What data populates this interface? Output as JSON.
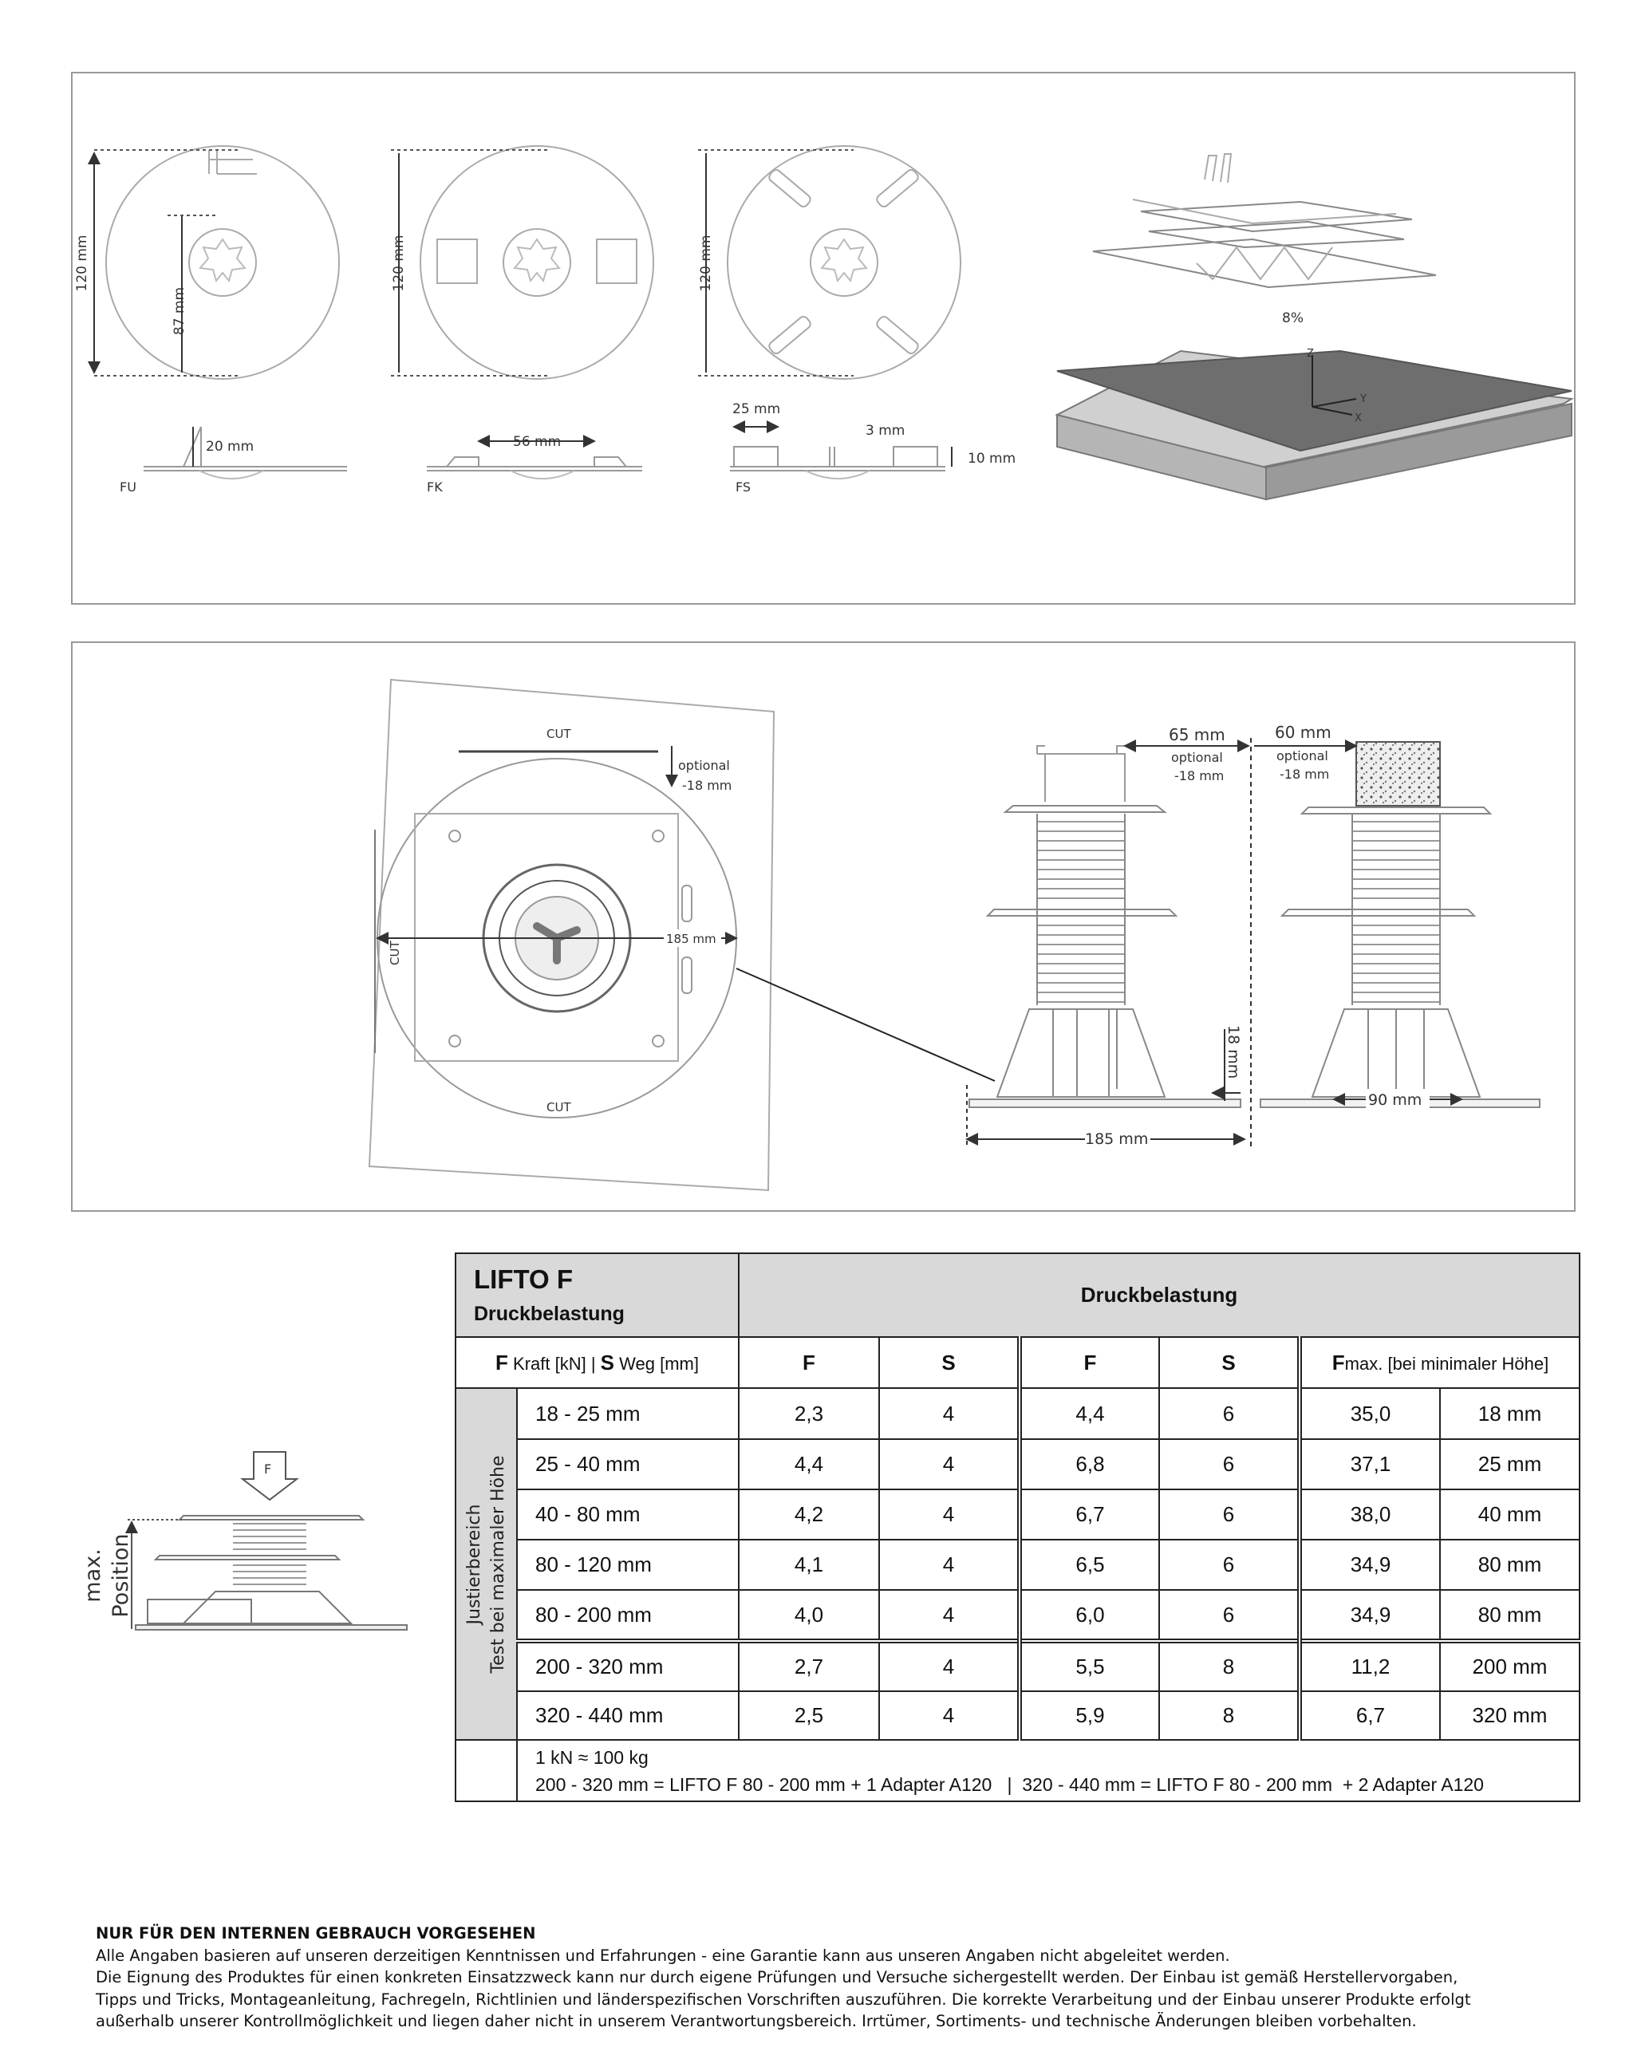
{
  "panel1": {
    "fu": {
      "diameter": "120 mm",
      "inner": "87 mm",
      "height": "20 mm",
      "label": "FU"
    },
    "fk": {
      "diameter": "120 mm",
      "width": "56 mm",
      "label": "FK"
    },
    "fs": {
      "diameter": "120 mm",
      "width": "25 mm",
      "gap": "3 mm",
      "height": "10 mm",
      "label": "FS"
    },
    "slope": "8%",
    "axes": {
      "z": "Z",
      "y": "Y",
      "x": "X"
    }
  },
  "panel2": {
    "cut_top": "CUT",
    "cut_left": "CUT",
    "cut_bottom": "CUT",
    "optional_label": "optional",
    "optional_value": "-18 mm",
    "plate_diameter": "185 mm",
    "left_width": "65 mm",
    "left_optional": "optional",
    "left_optional_value": "-18 mm",
    "right_width": "60 mm",
    "right_optional": "optional",
    "right_optional_value": "-18 mm",
    "min_height": "18 mm",
    "base_width": "185 mm",
    "foot_width": "90 mm"
  },
  "test_figure": {
    "force": "F",
    "label_line1": "max.",
    "label_line2": "Position"
  },
  "table": {
    "title": "LIFTO F",
    "subtitle": "Druckbelastung",
    "group_header": "Druckbelastung",
    "legend": {
      "f": "F",
      "f_text": " Kraft [kN] | ",
      "s": "S",
      "s_text": " Weg [mm]"
    },
    "columns": [
      "F",
      "S",
      "F",
      "S"
    ],
    "fmax": {
      "f": "F",
      "text": "max. [bei minimaler Höhe]"
    },
    "side_label_1": "Justierbereich",
    "side_label_2": "Test bei maximaler Höhe",
    "rows": [
      {
        "range": "18 - 25 mm",
        "f1": "2,3",
        "s1": "4",
        "f2": "4,4",
        "s2": "6",
        "fmax": "35,0",
        "at": "18 mm"
      },
      {
        "range": "25 - 40 mm",
        "f1": "4,4",
        "s1": "4",
        "f2": "6,8",
        "s2": "6",
        "fmax": "37,1",
        "at": "25 mm"
      },
      {
        "range": "40 - 80 mm",
        "f1": "4,2",
        "s1": "4",
        "f2": "6,7",
        "s2": "6",
        "fmax": "38,0",
        "at": "40 mm"
      },
      {
        "range": "80 - 120 mm",
        "f1": "4,1",
        "s1": "4",
        "f2": "6,5",
        "s2": "6",
        "fmax": "34,9",
        "at": "80 mm"
      },
      {
        "range": "80 - 200 mm",
        "f1": "4,0",
        "s1": "4",
        "f2": "6,0",
        "s2": "6",
        "fmax": "34,9",
        "at": "80 mm"
      },
      {
        "range": "200 - 320 mm",
        "f1": "2,7",
        "s1": "4",
        "f2": "5,5",
        "s2": "8",
        "fmax": "11,2",
        "at": "200 mm"
      },
      {
        "range": "320 - 440 mm",
        "f1": "2,5",
        "s1": "4",
        "f2": "5,9",
        "s2": "8",
        "fmax": "6,7",
        "at": "320 mm"
      }
    ],
    "note_1": "1 kN ≈ 100 kg",
    "note_2": "200 - 320 mm = LIFTO F 80 - 200 mm + 1 Adapter A120   |  320 - 440 mm = LIFTO F 80 - 200 mm  + 2 Adapter A120"
  },
  "footer": {
    "title": "NUR FÜR DEN INTERNEN GEBRAUCH VORGESEHEN",
    "lines": [
      "Alle Angaben basieren auf unseren derzeitigen Kenntnissen und Erfahrungen - eine Garantie kann aus unseren Angaben nicht abgeleitet werden.",
      "Die Eignung des Produktes für einen konkreten Einsatzzweck kann nur durch eigene Prüfungen und Versuche sichergestellt werden. Der Einbau ist gemäß Herstellervorgaben,",
      "Tipps und Tricks, Montageanleitung, Fachregeln, Richtlinien und länderspezifischen Vorschriften auszuführen. Die korrekte Verarbeitung und der Einbau unserer Produkte erfolgt",
      "außerhalb unserer Kontrollmöglichkeit und liegen daher nicht in unserem Verantwortungsbereich. Irrtümer, Sortiments- und technische Änderungen bleiben vorbehalten."
    ]
  }
}
